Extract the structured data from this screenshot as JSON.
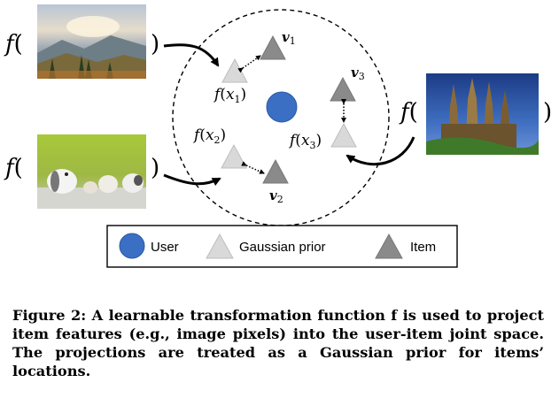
{
  "colors": {
    "user": "#3a6fc4",
    "gaussian_prior": "#d9d9d9",
    "item": "#8a8a8a"
  },
  "diagram": {
    "func_symbol": "f",
    "images": [
      {
        "name": "mountain-sunset-photo",
        "func": "f"
      },
      {
        "name": "bunnies-kittens-photo",
        "func": "f"
      },
      {
        "name": "cathedral-photo",
        "func": "f"
      }
    ],
    "priors": [
      {
        "label_fn": "f",
        "label_var": "x",
        "label_sub": "1"
      },
      {
        "label_fn": "f",
        "label_var": "x",
        "label_sub": "2"
      },
      {
        "label_fn": "f",
        "label_var": "x",
        "label_sub": "3"
      }
    ],
    "items": [
      {
        "label_var": "v",
        "label_sub": "1"
      },
      {
        "label_var": "v",
        "label_sub": "2"
      },
      {
        "label_var": "v",
        "label_sub": "3"
      }
    ]
  },
  "legend": {
    "user_label": "User",
    "prior_label": "Gaussian prior",
    "item_label": "Item"
  },
  "caption": {
    "figure_label": "Figure 2:",
    "text": "A learnable transformation function f is used to project item features (e.g., image pixels) into the user-item joint space. The projections are treated as a Gaussian prior for items’ locations."
  }
}
